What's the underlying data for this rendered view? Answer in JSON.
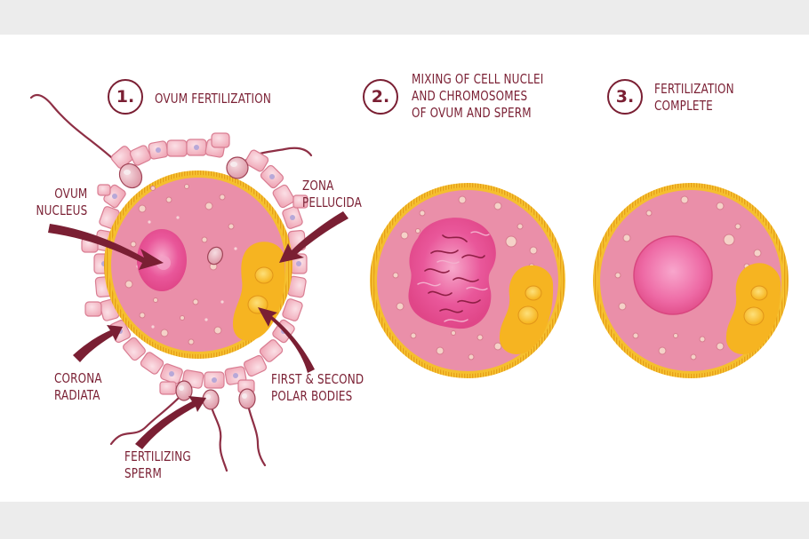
{
  "steps": [
    {
      "number": "1.",
      "lines": [
        "OVUM FERTILIZATION"
      ]
    },
    {
      "number": "2.",
      "lines": [
        "MIXING OF CELL NUCLEI",
        "AND CHROMOSOMES",
        "OF OVUM AND SPERM"
      ]
    },
    {
      "number": "3.",
      "lines": [
        "FERTILIZATION",
        "COMPLETE"
      ]
    }
  ],
  "callouts": {
    "ovum_nucleus": [
      "OVUM",
      "NUCLEUS"
    ],
    "zona_pellucida": [
      "ZONA",
      "PELLUCIDA"
    ],
    "corona_radiata": [
      "CORONA",
      "RADIATA"
    ],
    "polar_bodies": [
      "FIRST & SECOND",
      "POLAR BODIES"
    ],
    "fertilizing_sperm": [
      "FERTILIZING",
      "SPERM"
    ]
  },
  "colors": {
    "text": "#7a1f33",
    "arrow": "#7a1f33",
    "cytoplasm": "#ea8fa9",
    "zona": "#f2b21f",
    "nucleus": "#e74f8e",
    "polar_body": "#f5a817",
    "corona_cell": "#f1b3c0"
  }
}
